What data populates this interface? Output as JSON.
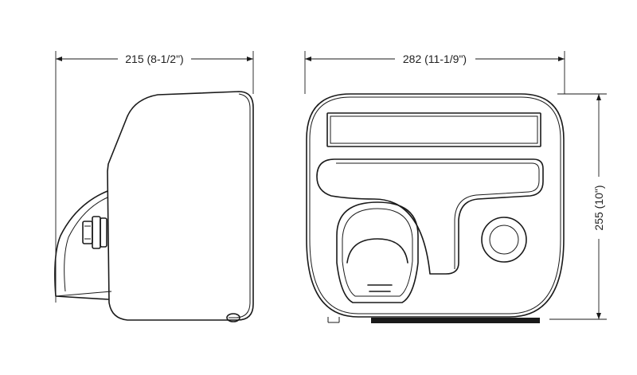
{
  "dimensions": {
    "depth_label": "215 (8-1/2\")",
    "width_label": "282 (11-1/9\")",
    "height_label": "255 (10\")"
  },
  "colors": {
    "line": "#1a1a1a",
    "background": "#ffffff"
  }
}
